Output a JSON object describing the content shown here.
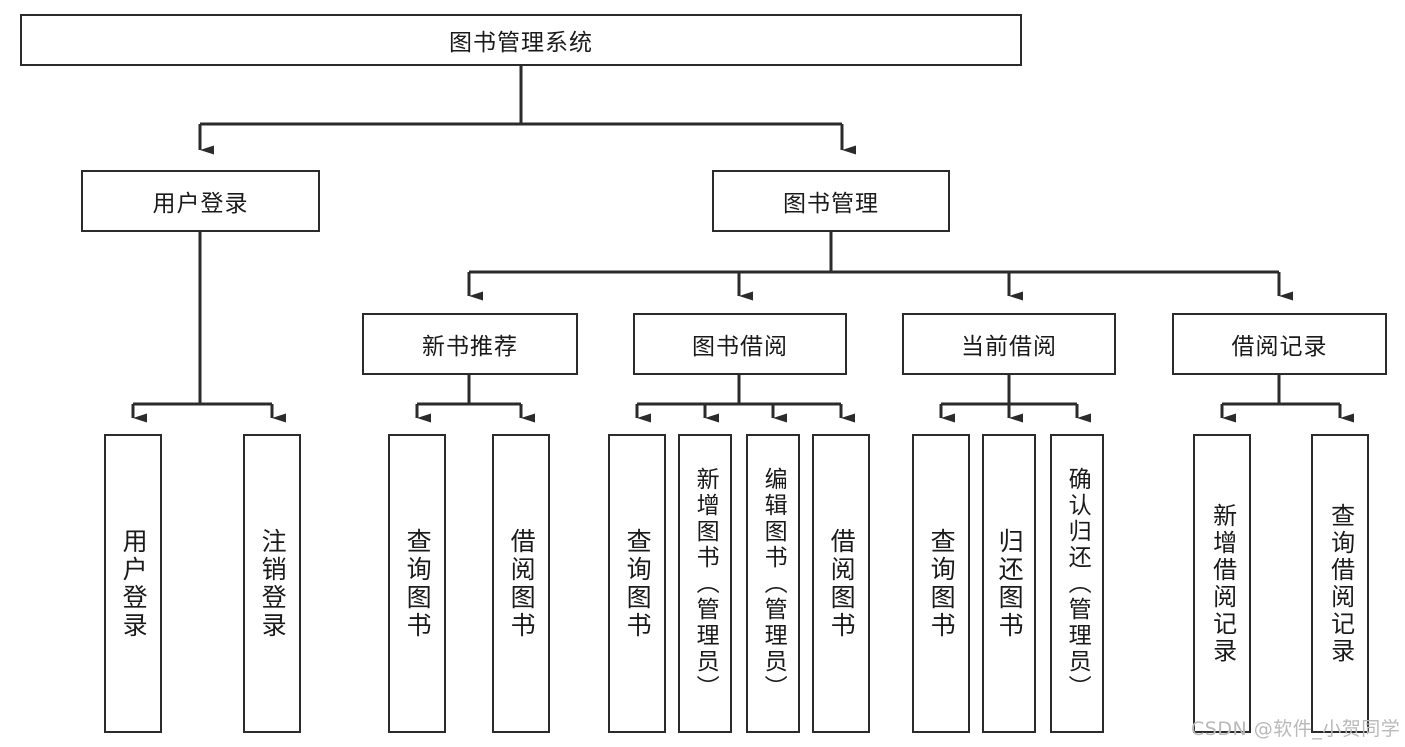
{
  "diagram": {
    "title": "图书管理系统",
    "type": "tree",
    "theme": {
      "background": "#ffffff",
      "box_border": "#2b2b2b",
      "box_fill": "#ffffff",
      "edge_color": "#2b2b2b",
      "text_color": "#1a1a1a",
      "watermark_color": "#b9b9b9"
    },
    "watermark": "CSDN @软件_小贺同学",
    "levels": {
      "root": {
        "label": "图书管理系统",
        "orientation": "horizontal"
      },
      "level2": [
        {
          "id": "user-login",
          "label": "用户登录",
          "orientation": "horizontal"
        },
        {
          "id": "book-management",
          "label": "图书管理",
          "orientation": "horizontal"
        }
      ],
      "level3": [
        {
          "id": "new-book-recommend",
          "label": "新书推荐",
          "orientation": "horizontal",
          "parent": "book-management"
        },
        {
          "id": "book-borrow",
          "label": "图书借阅",
          "orientation": "horizontal",
          "parent": "book-management"
        },
        {
          "id": "current-borrow",
          "label": "当前借阅",
          "orientation": "horizontal",
          "parent": "book-management"
        },
        {
          "id": "borrow-record",
          "label": "借阅记录",
          "orientation": "horizontal",
          "parent": "book-management"
        }
      ],
      "leaves": [
        {
          "id": "leaf-user-login",
          "label": "用户登录",
          "orientation": "vertical",
          "parent": "user-login"
        },
        {
          "id": "leaf-user-logout",
          "label": "注销登录",
          "orientation": "vertical",
          "parent": "user-login"
        },
        {
          "id": "leaf-query-book-1",
          "label": "查询图书",
          "orientation": "vertical",
          "parent": "new-book-recommend"
        },
        {
          "id": "leaf-borrow-book-1",
          "label": "借阅图书",
          "orientation": "vertical",
          "parent": "new-book-recommend"
        },
        {
          "id": "leaf-query-book-2",
          "label": "查询图书",
          "orientation": "vertical",
          "parent": "book-borrow"
        },
        {
          "id": "leaf-add-book",
          "label": "新增图书（管理员）",
          "orientation": "vertical",
          "parent": "book-borrow"
        },
        {
          "id": "leaf-edit-book",
          "label": "编辑图书（管理员）",
          "orientation": "vertical",
          "parent": "book-borrow"
        },
        {
          "id": "leaf-borrow-book-2",
          "label": "借阅图书",
          "orientation": "vertical",
          "parent": "book-borrow"
        },
        {
          "id": "leaf-query-book-3",
          "label": "查询图书",
          "orientation": "vertical",
          "parent": "current-borrow"
        },
        {
          "id": "leaf-return-book",
          "label": "归还图书",
          "orientation": "vertical",
          "parent": "current-borrow"
        },
        {
          "id": "leaf-confirm-return",
          "label": "确认归还（管理员）",
          "orientation": "vertical",
          "parent": "current-borrow"
        },
        {
          "id": "leaf-add-record",
          "label": "新增借阅记录",
          "orientation": "vertical",
          "parent": "borrow-record"
        },
        {
          "id": "leaf-query-record",
          "label": "查询借阅记录",
          "orientation": "vertical",
          "parent": "borrow-record"
        }
      ]
    }
  }
}
